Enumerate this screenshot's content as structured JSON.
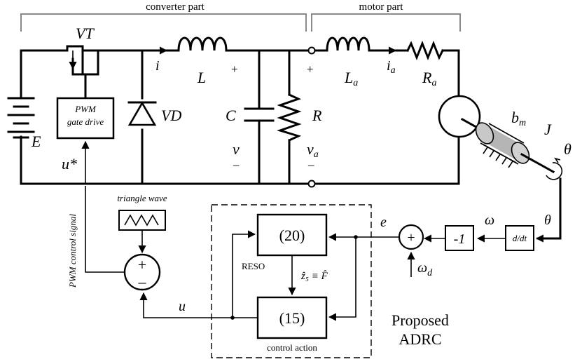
{
  "sections": {
    "converter": "converter part",
    "motor": "motor part"
  },
  "components": {
    "vt": "VT",
    "l": "L",
    "la_main": "L",
    "la_sub": "a",
    "ra_main": "R",
    "ra_sub": "a",
    "ia_main": "i",
    "ia_sub": "a",
    "i": "i",
    "vd": "VD",
    "c": "C",
    "r": "R",
    "e": "E",
    "v": "v",
    "va_main": "v",
    "va_sub": "a",
    "pwm_line1": "PWM",
    "pwm_line2": "gate drive",
    "ustar": "u*",
    "bm_main": "b",
    "bm_sub": "m",
    "j": "J",
    "theta": "θ",
    "plus": "+",
    "minus": "–"
  },
  "control": {
    "triangle": "triangle wave",
    "pwm_signal": "PWM control signal",
    "block20": "(20)",
    "block15": "(15)",
    "reso": "RESO",
    "control_action": "control action",
    "estimate": "ẑ₅ ≡ F̂",
    "e": "e",
    "omega": "ω",
    "omega_d_main": "ω",
    "omega_d_sub": "d",
    "theta": "θ",
    "neg1": "-1",
    "ddt": "d/dt",
    "u": "u",
    "adrc1": "Proposed",
    "adrc2": "ADRC"
  }
}
